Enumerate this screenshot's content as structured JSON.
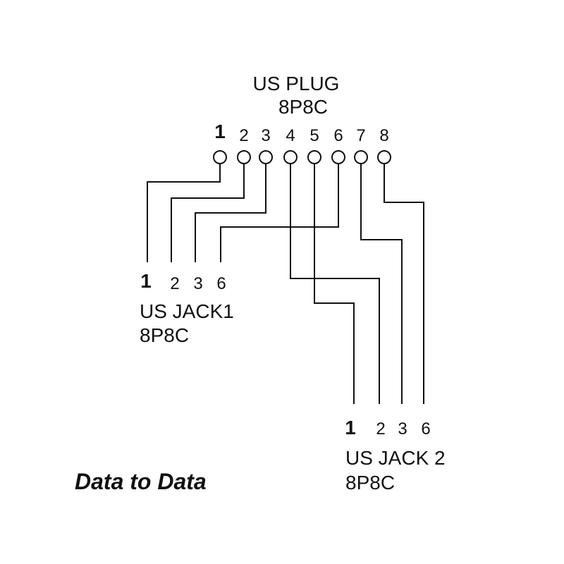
{
  "plug": {
    "title": "US PLUG",
    "subtitle": "8P8C",
    "pins": [
      "1",
      "2",
      "3",
      "4",
      "5",
      "6",
      "7",
      "8"
    ]
  },
  "jack1": {
    "title": "US JACK1",
    "subtitle": "8P8C",
    "pins": [
      "1",
      "2",
      "3",
      "6"
    ]
  },
  "jack2": {
    "title": "US JACK 2",
    "subtitle": "8P8C",
    "pins": [
      "1",
      "2",
      "3",
      "6"
    ]
  },
  "caption": "Data to Data"
}
